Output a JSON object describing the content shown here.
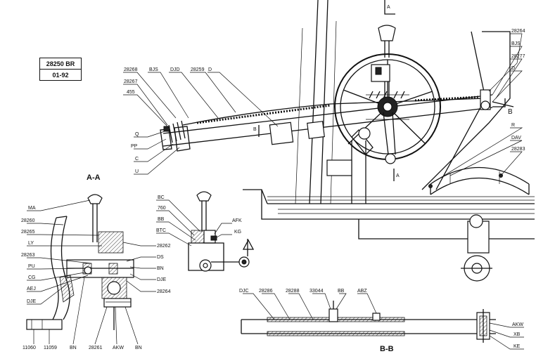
{
  "title_block": {
    "drawing_no": "28250  BR",
    "revision": "01-92"
  },
  "section_titles": {
    "aa": "A-A",
    "bb": "B-B"
  },
  "section_markers": {
    "a": "A",
    "b": "B"
  },
  "main_view_labels": [
    {
      "id": "l28268",
      "text": "28268"
    },
    {
      "id": "lbjs1",
      "text": "BJS"
    },
    {
      "id": "ldjd",
      "text": "DJD"
    },
    {
      "id": "l28259",
      "text": "28259"
    },
    {
      "id": "ld1",
      "text": "D"
    },
    {
      "id": "l28267",
      "text": "28267"
    },
    {
      "id": "l455",
      "text": "455"
    },
    {
      "id": "lq",
      "text": "Q"
    },
    {
      "id": "lpp",
      "text": "PP"
    },
    {
      "id": "lc",
      "text": "C"
    },
    {
      "id": "lu",
      "text": "U"
    },
    {
      "id": "l28264a",
      "text": "28264"
    },
    {
      "id": "lbjs2",
      "text": "BJS"
    },
    {
      "id": "l28277",
      "text": "28277"
    },
    {
      "id": "ld2",
      "text": "D"
    },
    {
      "id": "lr",
      "text": "R"
    },
    {
      "id": "ldav",
      "text": "DAV"
    },
    {
      "id": "l28283",
      "text": "28283"
    }
  ],
  "aa_labels": [
    {
      "id": "lma",
      "text": "MA"
    },
    {
      "id": "l28260",
      "text": "28260"
    },
    {
      "id": "l28265",
      "text": "28265"
    },
    {
      "id": "lly",
      "text": "LY"
    },
    {
      "id": "l28263",
      "text": "28263"
    },
    {
      "id": "lpu",
      "text": "PU"
    },
    {
      "id": "lcg",
      "text": "CG"
    },
    {
      "id": "laej",
      "text": "AEJ"
    },
    {
      "id": "ldje1",
      "text": "DJE"
    },
    {
      "id": "l11060",
      "text": "11060"
    },
    {
      "id": "l11059",
      "text": "11059"
    },
    {
      "id": "lbn1",
      "text": "BN"
    },
    {
      "id": "l28261",
      "text": "28261"
    },
    {
      "id": "lakw1",
      "text": "AKW"
    },
    {
      "id": "lbn2",
      "text": "BN"
    },
    {
      "id": "l28264b",
      "text": "28264"
    },
    {
      "id": "ldje2",
      "text": "DJE"
    },
    {
      "id": "lbn3",
      "text": "BN"
    },
    {
      "id": "lds",
      "text": "DS"
    },
    {
      "id": "l28262",
      "text": "28262"
    }
  ],
  "detail_labels": [
    {
      "id": "lbc",
      "text": "BC"
    },
    {
      "id": "l760",
      "text": "760"
    },
    {
      "id": "lbb1",
      "text": "BB"
    },
    {
      "id": "lbtc",
      "text": "BTC"
    },
    {
      "id": "lafk",
      "text": "AFK"
    },
    {
      "id": "lkg",
      "text": "KG"
    }
  ],
  "bb_labels": [
    {
      "id": "ldjc",
      "text": "DJC"
    },
    {
      "id": "l28286",
      "text": "28286"
    },
    {
      "id": "l28288",
      "text": "28288"
    },
    {
      "id": "l33044",
      "text": "33044"
    },
    {
      "id": "lbb2",
      "text": "BB"
    },
    {
      "id": "labz",
      "text": "ABZ"
    },
    {
      "id": "lakw2",
      "text": "AKW"
    },
    {
      "id": "lxb",
      "text": "XB"
    },
    {
      "id": "lke",
      "text": "KE"
    }
  ]
}
